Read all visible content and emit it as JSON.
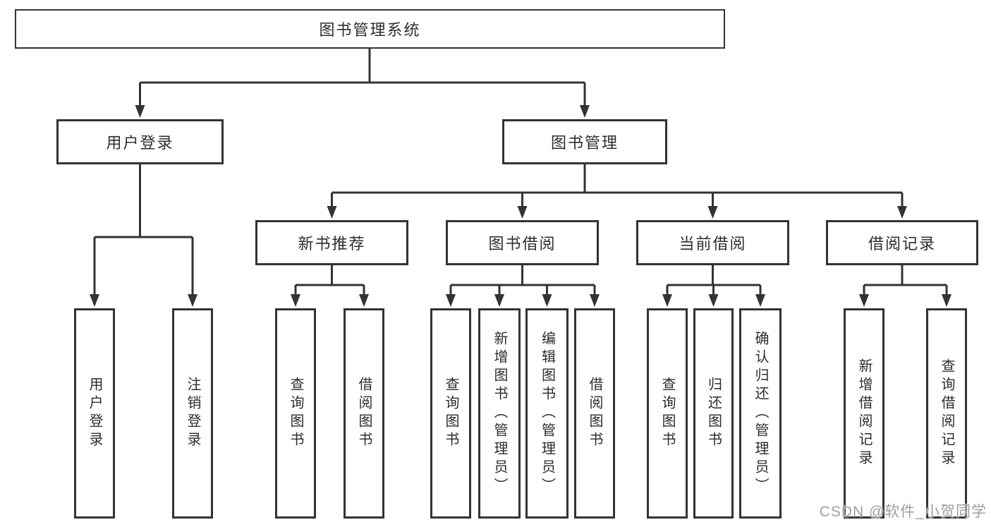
{
  "tree": {
    "root": {
      "label": "图书管理系统"
    },
    "level2": [
      {
        "label": "用户登录"
      },
      {
        "label": "图书管理"
      }
    ],
    "level3": [
      {
        "label": "新书推荐"
      },
      {
        "label": "图书借阅"
      },
      {
        "label": "当前借阅"
      },
      {
        "label": "借阅记录"
      }
    ],
    "leaves": {
      "user_login": [
        "用户登录",
        "注销登录"
      ],
      "new_book_recommend": [
        "查询图书",
        "借阅图书"
      ],
      "book_borrowing": [
        "查询图书",
        "新增图书（管理员）",
        "编辑图书（管理员）",
        "借阅图书"
      ],
      "current_borrowing": [
        "查询图书",
        "归还图书",
        "确认归还（管理员）"
      ],
      "borrowing_records": [
        "新增借阅记录",
        "查询借阅记录"
      ]
    }
  },
  "watermark": {
    "text": "CSDN @软件_小贺同学"
  },
  "colors": {
    "line": "#333333",
    "box_border": "#333333",
    "text": "#2d2d2d",
    "background": "#ffffff",
    "watermark_text": "#9e9e9e"
  }
}
